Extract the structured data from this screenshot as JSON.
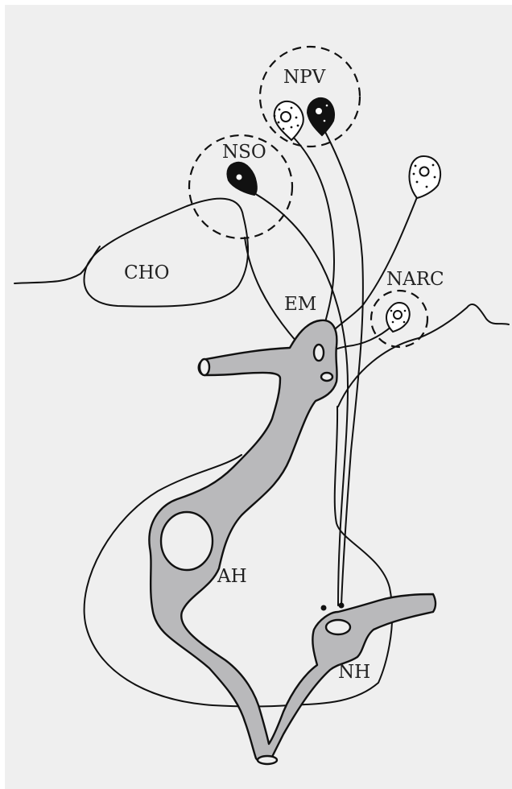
{
  "diagram": {
    "labels": {
      "npv": "NPV",
      "nso": "NSO",
      "cho": "CHO",
      "em": "EM",
      "narc": "NARC",
      "ah": "AH",
      "nh": "NH"
    },
    "colors": {
      "background": "#efefef",
      "vessel": "#b9b9bb",
      "outline": "#111111"
    }
  }
}
